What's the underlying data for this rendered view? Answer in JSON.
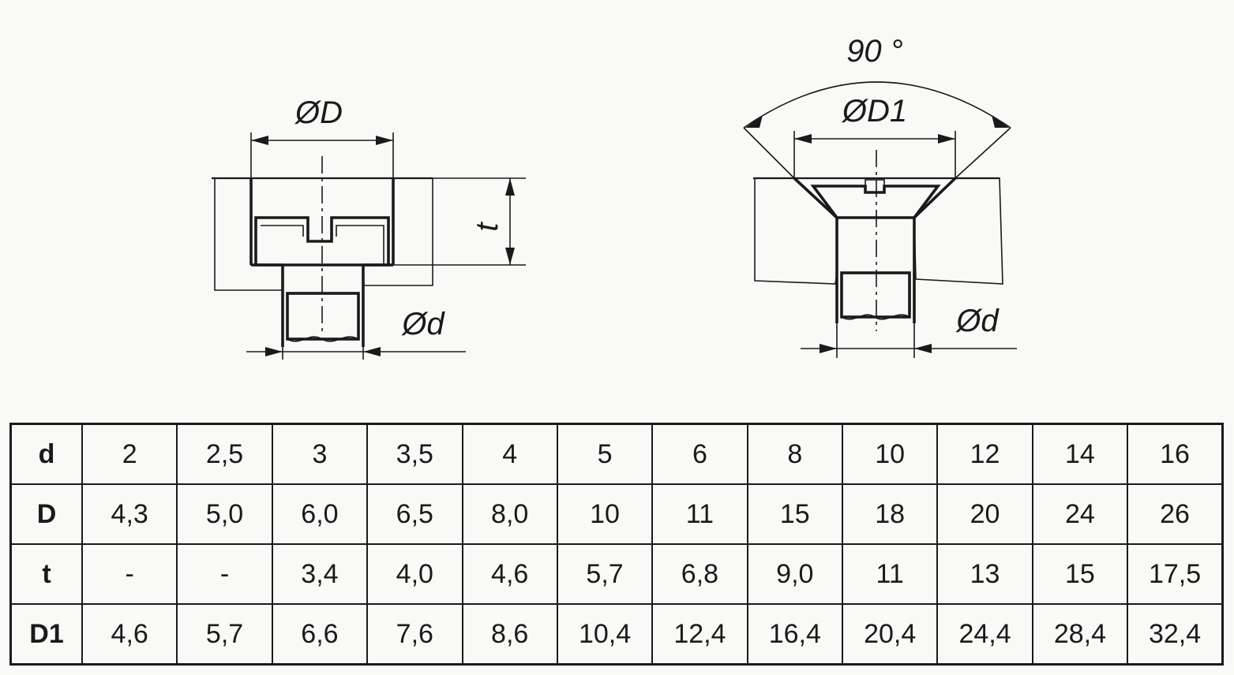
{
  "drawing": {
    "left": {
      "dim_D": "ØD",
      "dim_t": "t",
      "dim_d": "Ød"
    },
    "right": {
      "dim_angle": "90 °",
      "dim_D1": "ØD1",
      "dim_d": "Ød"
    }
  },
  "table": {
    "rows": [
      {
        "label": "d",
        "values": [
          "2",
          "2,5",
          "3",
          "3,5",
          "4",
          "5",
          "6",
          "8",
          "10",
          "12",
          "14",
          "16"
        ]
      },
      {
        "label": "D",
        "values": [
          "4,3",
          "5,0",
          "6,0",
          "6,5",
          "8,0",
          "10",
          "11",
          "15",
          "18",
          "20",
          "24",
          "26"
        ]
      },
      {
        "label": "t",
        "values": [
          "-",
          "-",
          "3,4",
          "4,0",
          "4,6",
          "5,7",
          "6,8",
          "9,0",
          "11",
          "13",
          "15",
          "17,5"
        ]
      },
      {
        "label": "D1",
        "values": [
          "4,6",
          "5,7",
          "6,6",
          "7,6",
          "8,6",
          "10,4",
          "12,4",
          "16,4",
          "20,4",
          "24,4",
          "28,4",
          "32,4"
        ]
      }
    ]
  }
}
